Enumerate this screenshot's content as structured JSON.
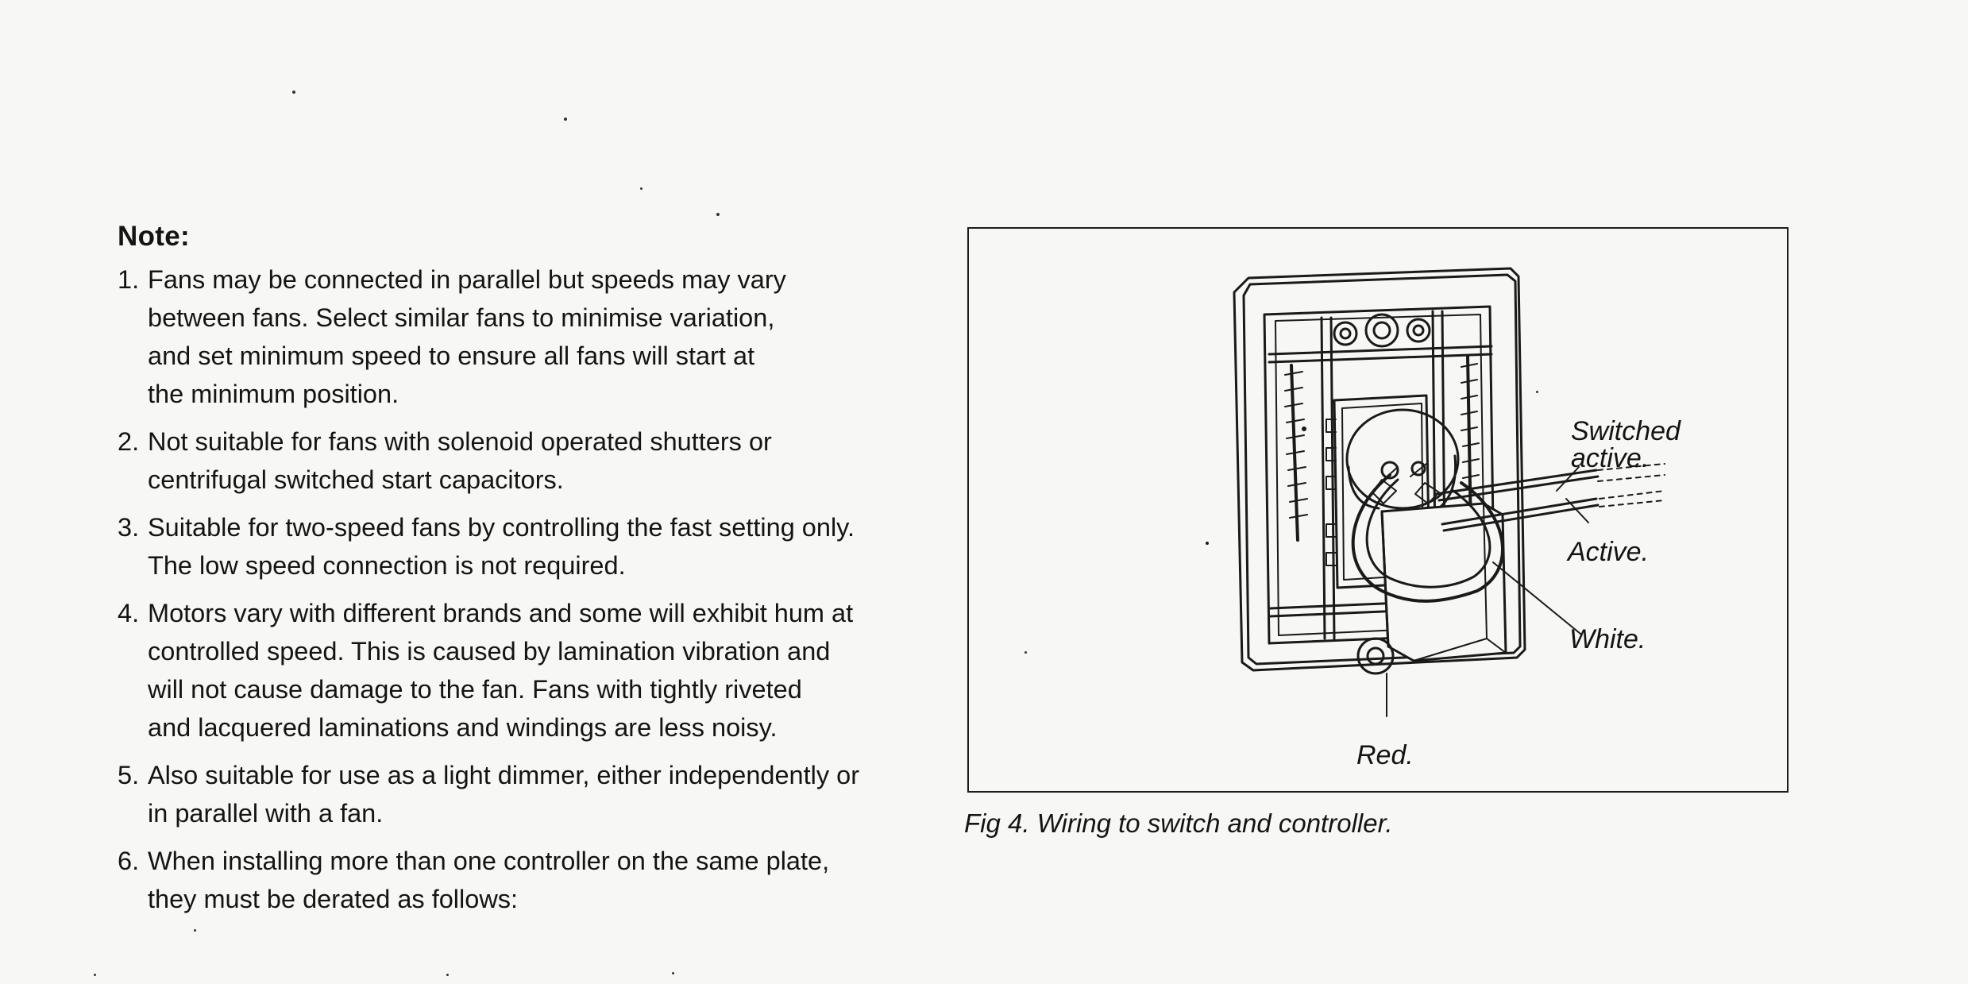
{
  "notes": {
    "title": "Note:",
    "items": [
      {
        "num": "1.",
        "text": "Fans may be connected in parallel but speeds may vary\nbetween fans. Select similar fans to minimise variation,\nand set minimum speed to ensure all fans will start at\nthe minimum position."
      },
      {
        "num": "2.",
        "text": "Not suitable for fans with solenoid operated shutters or\ncentrifugal switched start capacitors."
      },
      {
        "num": "3.",
        "text": "Suitable for two-speed fans by controlling the fast setting only.\nThe low speed connection is not required."
      },
      {
        "num": "4.",
        "text": "Motors vary with different brands and some will exhibit hum at\ncontrolled speed. This is caused by lamination vibration and\nwill not cause damage to the fan. Fans with tightly riveted\nand lacquered laminations and windings are less noisy."
      },
      {
        "num": "5.",
        "text": "Also suitable for use as a light dimmer, either independently or\nin parallel with a fan."
      },
      {
        "num": "6.",
        "text": "When installing more than one controller on the same plate,\nthey must be derated as follows:"
      }
    ]
  },
  "figure": {
    "labels": {
      "switched_active": "Switched\nactive.",
      "active": "Active.",
      "white": "White.",
      "red": "Red."
    },
    "caption": "Fig 4. Wiring to switch and controller."
  }
}
